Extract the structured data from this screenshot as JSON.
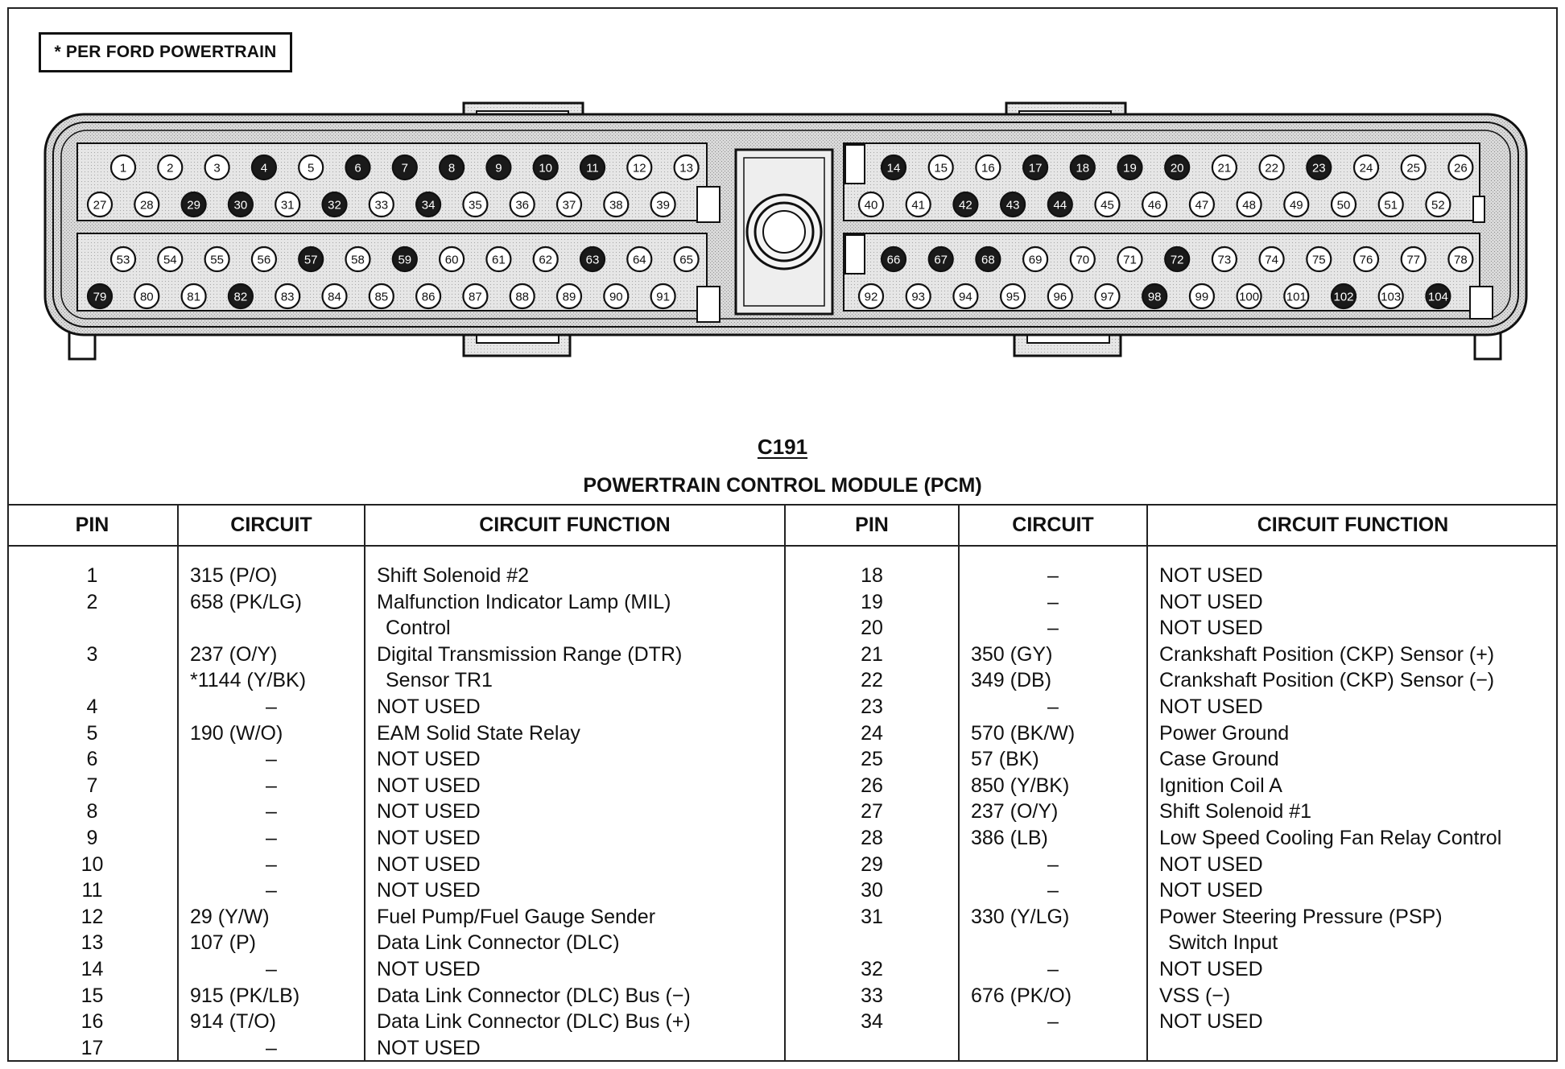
{
  "note": "* PER FORD POWERTRAIN",
  "connector": {
    "code": "C191",
    "title": "POWERTRAIN CONTROL MODULE (PCM)",
    "filled_color": "#1a1a1a",
    "empty_color": "#ffffff",
    "filled_pins": [
      4,
      6,
      7,
      8,
      9,
      10,
      11,
      14,
      17,
      18,
      19,
      20,
      23,
      29,
      30,
      32,
      34,
      42,
      43,
      44,
      57,
      59,
      63,
      66,
      67,
      68,
      72,
      79,
      82,
      98,
      102,
      104
    ],
    "rows": [
      [
        1,
        2,
        3,
        4,
        5,
        6,
        7,
        8,
        9,
        10,
        11,
        12,
        13
      ],
      [
        27,
        28,
        29,
        30,
        31,
        32,
        33,
        34,
        35,
        36,
        37,
        38,
        39
      ],
      [
        53,
        54,
        55,
        56,
        57,
        58,
        59,
        60,
        61,
        62,
        63,
        64,
        65
      ],
      [
        79,
        80,
        81,
        82,
        83,
        84,
        85,
        86,
        87,
        88,
        89,
        90,
        91
      ],
      [
        14,
        15,
        16,
        17,
        18,
        19,
        20,
        21,
        22,
        23,
        24,
        25,
        26
      ],
      [
        40,
        41,
        42,
        43,
        44,
        45,
        46,
        47,
        48,
        49,
        50,
        51,
        52
      ],
      [
        66,
        67,
        68,
        69,
        70,
        71,
        72,
        73,
        74,
        75,
        76,
        77,
        78
      ],
      [
        92,
        93,
        94,
        95,
        96,
        97,
        98,
        99,
        100,
        101,
        102,
        103,
        104
      ]
    ]
  },
  "table": {
    "headers": [
      "PIN",
      "CIRCUIT",
      "CIRCUIT FUNCTION",
      "PIN",
      "CIRCUIT",
      "CIRCUIT FUNCTION"
    ],
    "left_rows": [
      {
        "pin": "1",
        "circuit": "315 (P/O)",
        "function": "Shift Solenoid #2"
      },
      {
        "pin": "2",
        "circuit": "658 (PK/LG)",
        "function": "Malfunction Indicator Lamp (MIL)"
      },
      {
        "pin": "",
        "circuit": "",
        "function": "Control",
        "indent": true
      },
      {
        "pin": "3",
        "circuit": "237 (O/Y)",
        "function": "Digital Transmission Range (DTR)"
      },
      {
        "pin": "",
        "circuit": "*1144 (Y/BK)",
        "function": "Sensor TR1",
        "indent": true
      },
      {
        "pin": "4",
        "circuit": "–",
        "function": "NOT USED"
      },
      {
        "pin": "5",
        "circuit": "190 (W/O)",
        "function": "EAM Solid State Relay"
      },
      {
        "pin": "6",
        "circuit": "–",
        "function": "NOT USED"
      },
      {
        "pin": "7",
        "circuit": "–",
        "function": "NOT USED"
      },
      {
        "pin": "8",
        "circuit": "–",
        "function": "NOT USED"
      },
      {
        "pin": "9",
        "circuit": "–",
        "function": "NOT USED"
      },
      {
        "pin": "10",
        "circuit": "–",
        "function": "NOT USED"
      },
      {
        "pin": "11",
        "circuit": "–",
        "function": "NOT USED"
      },
      {
        "pin": "12",
        "circuit": "29 (Y/W)",
        "function": "Fuel Pump/Fuel Gauge Sender"
      },
      {
        "pin": "13",
        "circuit": "107 (P)",
        "function": "Data Link Connector (DLC)"
      },
      {
        "pin": "14",
        "circuit": "–",
        "function": "NOT USED"
      },
      {
        "pin": "15",
        "circuit": "915 (PK/LB)",
        "function": "Data Link Connector (DLC) Bus (−)"
      },
      {
        "pin": "16",
        "circuit": "914 (T/O)",
        "function": "Data Link Connector (DLC) Bus (+)"
      },
      {
        "pin": "17",
        "circuit": "–",
        "function": "NOT USED"
      }
    ],
    "right_rows": [
      {
        "pin": "18",
        "circuit": "–",
        "function": "NOT USED"
      },
      {
        "pin": "19",
        "circuit": "–",
        "function": "NOT USED"
      },
      {
        "pin": "20",
        "circuit": "–",
        "function": "NOT USED"
      },
      {
        "pin": "21",
        "circuit": "350 (GY)",
        "function": "Crankshaft Position (CKP) Sensor (+)"
      },
      {
        "pin": "22",
        "circuit": "349 (DB)",
        "function": "Crankshaft Position (CKP) Sensor (−)"
      },
      {
        "pin": "23",
        "circuit": "–",
        "function": "NOT USED"
      },
      {
        "pin": "24",
        "circuit": "570 (BK/W)",
        "function": "Power Ground"
      },
      {
        "pin": "25",
        "circuit": "57 (BK)",
        "function": "Case Ground"
      },
      {
        "pin": "26",
        "circuit": "850 (Y/BK)",
        "function": "Ignition Coil A"
      },
      {
        "pin": "27",
        "circuit": "237 (O/Y)",
        "function": "Shift Solenoid #1"
      },
      {
        "pin": "28",
        "circuit": "386 (LB)",
        "function": "Low Speed Cooling Fan Relay Control"
      },
      {
        "pin": "29",
        "circuit": "–",
        "function": "NOT USED"
      },
      {
        "pin": "30",
        "circuit": "–",
        "function": "NOT USED"
      },
      {
        "pin": "31",
        "circuit": "330 (Y/LG)",
        "function": "Power Steering Pressure (PSP)"
      },
      {
        "pin": "",
        "circuit": "",
        "function": "Switch Input",
        "indent": true
      },
      {
        "pin": "32",
        "circuit": "–",
        "function": "NOT USED"
      },
      {
        "pin": "33",
        "circuit": "676 (PK/O)",
        "function": "VSS (−)"
      },
      {
        "pin": "34",
        "circuit": "–",
        "function": "NOT USED"
      }
    ]
  }
}
